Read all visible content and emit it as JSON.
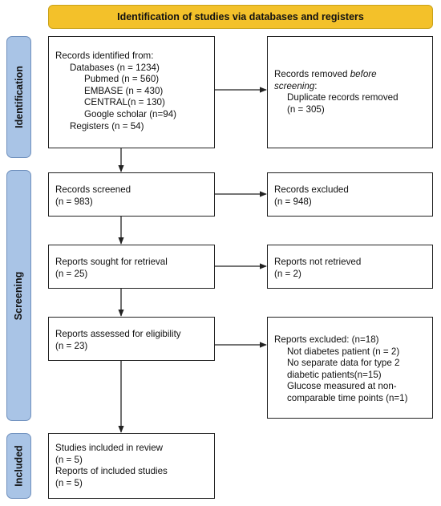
{
  "header": {
    "title": "Identification of studies via databases and registers"
  },
  "phases": {
    "identification": "Identification",
    "screening": "Screening",
    "included": "Included"
  },
  "records_identified": {
    "heading": "Records identified from:",
    "databases": "Databases (n = 1234)",
    "pubmed": "Pubmed (n = 560)",
    "embase": "EMBASE (n = 430)",
    "central": "CENTRAL(n = 130)",
    "google": "Google scholar (n=94)",
    "registers": "Registers (n = 54)"
  },
  "records_removed": {
    "line1_pre": "Records removed ",
    "line1_em": "before",
    "line2_em": "screening",
    "line2_post": ":",
    "detail_line1": "Duplicate records removed",
    "detail_line2": "(n = 305)"
  },
  "records_screened": {
    "line1": "Records screened",
    "line2": "(n = 983)"
  },
  "records_excluded": {
    "line1": "Records excluded",
    "line2": "(n = 948)"
  },
  "reports_sought": {
    "line1": "Reports sought for retrieval",
    "line2": "(n = 25)"
  },
  "reports_not_retrieved": {
    "line1": "Reports not retrieved",
    "line2": "(n = 2)"
  },
  "reports_assessed": {
    "line1": "Reports assessed for eligibility",
    "line2": "(n = 23)"
  },
  "reports_excluded": {
    "heading": "Reports excluded: (n=18)",
    "reason1": "Not diabetes patient (n = 2)",
    "reason2_line1": "No separate data for type 2",
    "reason2_line2": "diabetic patients(n=15)",
    "reason3_line1": "Glucose measured at non-",
    "reason3_line2": "comparable time points (n=1)"
  },
  "studies_included": {
    "line1": "Studies included in review",
    "line2": "(n = 5)",
    "line3": "Reports of included studies",
    "line4": "(n = 5)"
  },
  "colors": {
    "header_fill": "#f3c12a",
    "phase_fill": "#a9c4e6",
    "box_border": "#222222"
  }
}
